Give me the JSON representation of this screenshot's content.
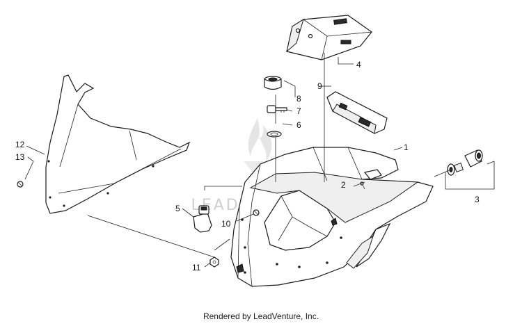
{
  "diagram": {
    "watermark": "LEADVENTURE",
    "callouts": {
      "c1": "1",
      "c2": "2",
      "c3": "3",
      "c4": "4",
      "c5": "5",
      "c6": "6",
      "c7": "7",
      "c8": "8",
      "c9": "9",
      "c10": "10",
      "c11": "11",
      "c12": "12",
      "c13": "13"
    }
  },
  "footer": {
    "text": "Rendered by LeadVenture, Inc."
  }
}
